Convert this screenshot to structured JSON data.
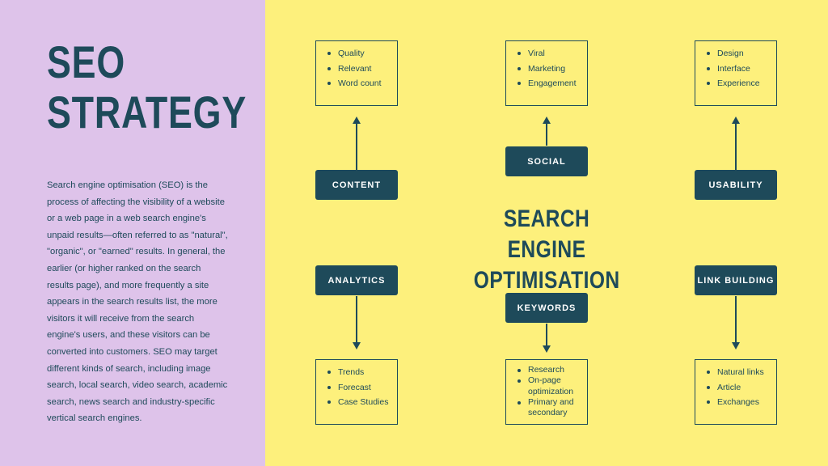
{
  "left": {
    "title_line1": "SEO",
    "title_line2": "STRATEGY",
    "description": "Search engine optimisation (SEO) is the process of affecting the visibility of a website or a web page in a web search engine's unpaid results—often referred to as \"natural\", \"organic\", or \"earned\" results. In general, the earlier (or higher ranked on the search results page), and more frequently a site appears in the search results list, the more visitors it will receive from the search engine's users, and these visitors can be converted into customers. SEO may target different kinds of search, including image search, local search, video search, academic search, news search and industry-specific vertical search engines."
  },
  "diagram": {
    "center_title_line1": "SEARCH ENGINE",
    "center_title_line2": "OPTIMISATION",
    "nodes": {
      "content": {
        "label": "CONTENT",
        "items": [
          "Quality",
          "Relevant",
          "Word count"
        ]
      },
      "social": {
        "label": "SOCIAL",
        "items": [
          "Viral",
          "Marketing",
          "Engagement"
        ]
      },
      "usability": {
        "label": "USABILITY",
        "items": [
          "Design",
          "Interface",
          "Experience"
        ]
      },
      "analytics": {
        "label": "ANALYTICS",
        "items": [
          "Trends",
          "Forecast",
          "Case Studies"
        ]
      },
      "keywords": {
        "label": "KEYWORDS",
        "items": [
          "Research",
          "On-page",
          "optimization",
          "Primary and",
          "secondary"
        ]
      },
      "link_building": {
        "label": "LINK BUILDING",
        "items": [
          "Natural links",
          "Article",
          "Exchanges"
        ]
      }
    },
    "colors": {
      "dark": "#1e4a5a",
      "yellow": "#fdf07c",
      "lavender": "#dec3ea"
    }
  }
}
